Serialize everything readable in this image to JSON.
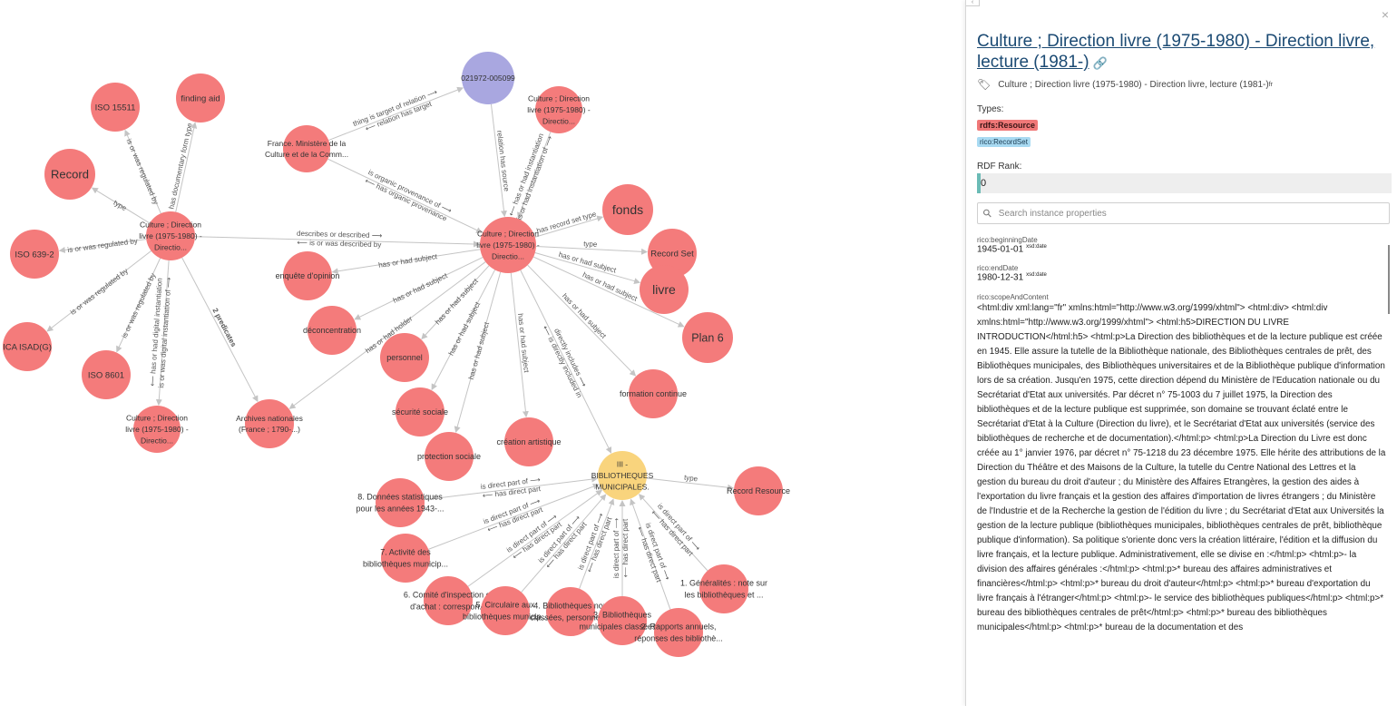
{
  "graph": {
    "colors": {
      "node_default": "#f47b7b",
      "node_central": "#f47b7b",
      "node_uri": "#a9a7e0",
      "node_selected": "#f9d47d",
      "edge": "#c4c4c4"
    },
    "nodes": [
      {
        "id": "cdl_main",
        "label": "Culture ; Direction livre (1975-1980) - Directio...",
        "color": "#f47b7b"
      },
      {
        "id": "cdl_left",
        "label": "Culture ; Direction livre (1975-1980) - Directio...",
        "color": "#f47b7b"
      },
      {
        "id": "cdl_bottom",
        "label": "Culture ; Direction livre (1975-1980) - Directio...",
        "color": "#f47b7b"
      },
      {
        "id": "cdl_top",
        "label": "Culture ; Direction livre (1975-1980) - Directio...",
        "color": "#f47b7b"
      },
      {
        "id": "uri",
        "label": "021972-005099",
        "color": "#a9a7e0"
      },
      {
        "id": "ministere",
        "label": "France. Ministère de la Culture et de la Comm...",
        "color": "#f47b7b"
      },
      {
        "id": "iso15511",
        "label": "ISO 15511",
        "color": "#f47b7b"
      },
      {
        "id": "findingaid",
        "label": "finding aid",
        "color": "#f47b7b"
      },
      {
        "id": "record",
        "label": "Record",
        "color": "#f47b7b"
      },
      {
        "id": "iso6392",
        "label": "ISO 639-2",
        "color": "#f47b7b"
      },
      {
        "id": "isad",
        "label": "ICA ISAD(G)",
        "color": "#f47b7b"
      },
      {
        "id": "iso8601",
        "label": "ISO 8601",
        "color": "#f47b7b"
      },
      {
        "id": "archives",
        "label": "Archives nationales (France ; 1790-...)",
        "color": "#f47b7b"
      },
      {
        "id": "enquete",
        "label": "enquête d'opinion",
        "color": "#f47b7b"
      },
      {
        "id": "deconc",
        "label": "déconcentration",
        "color": "#f47b7b"
      },
      {
        "id": "personnel",
        "label": "personnel",
        "color": "#f47b7b"
      },
      {
        "id": "securite",
        "label": "sécurité sociale",
        "color": "#f47b7b"
      },
      {
        "id": "protection",
        "label": "protection sociale",
        "color": "#f47b7b"
      },
      {
        "id": "creation",
        "label": "création artistique",
        "color": "#f47b7b"
      },
      {
        "id": "fonds",
        "label": "fonds",
        "color": "#f47b7b"
      },
      {
        "id": "recordset",
        "label": "Record Set",
        "color": "#f47b7b"
      },
      {
        "id": "livre",
        "label": "livre",
        "color": "#f47b7b"
      },
      {
        "id": "plan6",
        "label": "Plan 6",
        "color": "#f47b7b"
      },
      {
        "id": "formation",
        "label": "formation continue",
        "color": "#f47b7b"
      },
      {
        "id": "biblio",
        "label": "III - BIBLIOTHEQUES MUNICIPALES.",
        "color": "#f9d47d"
      },
      {
        "id": "recres",
        "label": "Record Resource",
        "color": "#f47b7b"
      },
      {
        "id": "donnees",
        "label": "8. Données statistiques pour les années 1943-...",
        "color": "#f47b7b"
      },
      {
        "id": "activite",
        "label": "7. Activité des bibliothèques municip...",
        "color": "#f47b7b"
      },
      {
        "id": "comite",
        "label": "6. Comité d'inspection et d'achat : correspon...",
        "color": "#f47b7b"
      },
      {
        "id": "circulaire",
        "label": "5. Circulaire aux bibliothèques municip...",
        "color": "#f47b7b"
      },
      {
        "id": "nonclassees",
        "label": "4. Bibliothèques non classées, personnel ...",
        "color": "#f47b7b"
      },
      {
        "id": "classees",
        "label": "3. Bibliothèques municipales classées ...",
        "color": "#f47b7b"
      },
      {
        "id": "rapports",
        "label": "2. Rapports annuels, réponses des bibliothè...",
        "color": "#f47b7b"
      },
      {
        "id": "generalites",
        "label": "1. Généralités : note sur les bibliothèques et ...",
        "color": "#f47b7b"
      }
    ],
    "edges": [
      {
        "from": "ministere",
        "to": "uri",
        "labels": [
          "thing is target of relation ⟶",
          "⟵ relation has target"
        ]
      },
      {
        "from": "uri",
        "to": "cdl_main",
        "labels": [
          "relation has source"
        ]
      },
      {
        "from": "cdl_top",
        "to": "cdl_main",
        "labels": [
          "is or had instantiation of ⟶",
          "⟵ has or had instantiation"
        ]
      },
      {
        "from": "ministere",
        "to": "cdl_main",
        "labels": [
          "is organic provenance of ⟶",
          "⟵ has organic provenance"
        ]
      },
      {
        "from": "cdl_left",
        "to": "cdl_main",
        "labels": [
          "describes or described ⟶",
          "⟵ is or was described by"
        ]
      },
      {
        "from": "cdl_left",
        "to": "iso15511",
        "labels": [
          "is or was regulated by"
        ]
      },
      {
        "from": "cdl_left",
        "to": "findingaid",
        "labels": [
          "has documentary form type"
        ]
      },
      {
        "from": "cdl_left",
        "to": "record",
        "labels": [
          "type"
        ]
      },
      {
        "from": "cdl_left",
        "to": "iso6392",
        "labels": [
          "is or was regulated by"
        ]
      },
      {
        "from": "cdl_left",
        "to": "isad",
        "labels": [
          "is or was regulated by"
        ]
      },
      {
        "from": "cdl_left",
        "to": "iso8601",
        "labels": [
          "is or was regulated by"
        ]
      },
      {
        "from": "cdl_left",
        "to": "cdl_bottom",
        "labels": [
          "is or was digital instantiation of ⟶",
          "⟵ has or had digital instantiation"
        ]
      },
      {
        "from": "cdl_left",
        "to": "archives",
        "labels": [
          "2 predicates"
        ]
      },
      {
        "from": "cdl_main",
        "to": "archives",
        "labels": [
          "has or had holder"
        ]
      },
      {
        "from": "cdl_main",
        "to": "enquete",
        "labels": [
          "has or had subject"
        ]
      },
      {
        "from": "cdl_main",
        "to": "deconc",
        "labels": [
          "has or had subject"
        ]
      },
      {
        "from": "cdl_main",
        "to": "personnel",
        "labels": [
          "has or had subject"
        ]
      },
      {
        "from": "cdl_main",
        "to": "securite",
        "labels": [
          "has or had subject"
        ]
      },
      {
        "from": "cdl_main",
        "to": "protection",
        "labels": [
          "has or had subject"
        ]
      },
      {
        "from": "cdl_main",
        "to": "creation",
        "labels": [
          "has or had subject"
        ]
      },
      {
        "from": "cdl_main",
        "to": "fonds",
        "labels": [
          "has record set type"
        ]
      },
      {
        "from": "cdl_main",
        "to": "recordset",
        "labels": [
          "type"
        ]
      },
      {
        "from": "cdl_main",
        "to": "livre",
        "labels": [
          "has or had subject"
        ]
      },
      {
        "from": "cdl_main",
        "to": "plan6",
        "labels": [
          "has or had subject"
        ]
      },
      {
        "from": "cdl_main",
        "to": "formation",
        "labels": [
          "has or had subject"
        ]
      },
      {
        "from": "cdl_main",
        "to": "biblio",
        "labels": [
          "directly includes ⟶",
          "⟵ is directly included in"
        ]
      },
      {
        "from": "biblio",
        "to": "recres",
        "labels": [
          "type"
        ]
      },
      {
        "from": "donnees",
        "to": "biblio",
        "labels": [
          "is direct part of ⟶",
          "⟵ has direct part"
        ]
      },
      {
        "from": "activite",
        "to": "biblio",
        "labels": [
          "is direct part of ⟶",
          "⟵ has direct part"
        ]
      },
      {
        "from": "comite",
        "to": "biblio",
        "labels": [
          "is direct part of ⟶",
          "⟵ has direct part"
        ]
      },
      {
        "from": "circulaire",
        "to": "biblio",
        "labels": [
          "is direct part of ⟶",
          "⟵ has direct part"
        ]
      },
      {
        "from": "nonclassees",
        "to": "biblio",
        "labels": [
          "is direct part of ⟶",
          "⟵ has direct part"
        ]
      },
      {
        "from": "classees",
        "to": "biblio",
        "labels": [
          "is direct part of ⟶",
          "⟵ has direct part"
        ]
      },
      {
        "from": "rapports",
        "to": "biblio",
        "labels": [
          "⟵ has direct part",
          "is direct part of ⟶"
        ]
      },
      {
        "from": "generalites",
        "to": "biblio",
        "labels": [
          "⟵ has direct part",
          "is direct part of ⟶"
        ]
      }
    ]
  },
  "panel": {
    "collapse_glyph": "‹",
    "close_glyph": "×",
    "title": "Culture ; Direction livre (1975-1980) - Direction livre, lecture (1981-)",
    "link_glyph": "🔗",
    "tag_glyph": "🏷",
    "label_text": "Culture ; Direction livre (1975-1980) - Direction livre, lecture (1981-)",
    "label_lang": "fr",
    "types_heading": "Types:",
    "types": [
      "rdfs:Resource",
      "rico:RecordSet"
    ],
    "type_colors": [
      "#f07878",
      "#a8daf2"
    ],
    "rank_heading": "RDF Rank:",
    "rank_value": "0",
    "rank_fraction": 0,
    "search_glyph": "⚲",
    "search_placeholder": "Search instance properties",
    "properties": [
      {
        "name": "rico:beginningDate",
        "value": "1945-01-01",
        "datatype": "xsd:date"
      },
      {
        "name": "rico:endDate",
        "value": "1980-12-31",
        "datatype": "xsd:date"
      },
      {
        "name": "rico:scopeAndContent",
        "value": "<html:div xml:lang=\"fr\" xmlns:html=\"http://www.w3.org/1999/xhtml\"> <html:div> <html:div xmlns:html=\"http://www.w3.org/1999/xhtml\"> <html:h5>DIRECTION DU LIVRE INTRODUCTION</html:h5> <html:p>La Direction des bibliothèques et de la lecture publique est créée en 1945. Elle assure la tutelle de la Bibliothèque nationale, des Bibliothèques centrales de prêt, des Bibliothèques municipales, des Bibliothèques universitaires et de la Bibliothèque publique d'information lors de sa création. Jusqu'en 1975, cette direction dépend du Ministère de l'Education nationale ou du Secrétariat d'Etat aux universités. Par décret n° 75-1003 du 7 juillet 1975, la Direction des bibliothèques et de la lecture publique est supprimée, son domaine se trouvant éclaté entre le Secrétariat d'Etat à la Culture (Direction du livre), et le Secrétariat d'Etat aux universités (service des bibliothèques de recherche et de documentation).</html:p> <html:p>La Direction du Livre est donc créée au 1° janvier 1976, par décret n° 75-1218 du 23 décembre 1975. Elle hérite des attributions de la Direction du Théâtre et des Maisons de la Culture, la tutelle du Centre National des Lettres et la gestion du bureau du droit d'auteur ; du Ministère des Affaires Etrangères, la gestion des aides à l'exportation du livre français et la gestion des affaires d'importation de livres étrangers ; du Ministère de l'Industrie et de la Recherche la gestion de l'édition du livre ; du Secrétariat d'Etat aux Universités la gestion de la lecture publique (bibliothèques municipales, bibliothèques centrales de prêt, bibliothèque publique d'information). Sa politique s'oriente donc vers la création littéraire, l'édition et la diffusion du livre français, et la lecture publique. Administrativement, elle se divise en :</html:p> <html:p>- la division des affaires générales :</html:p> <html:p>* bureau des affaires administratives et financières</html:p> <html:p>* bureau du droit d'auteur</html:p> <html:p>* bureau d'exportation du livre français à l'étranger</html:p> <html:p>- le service des bibliothèques publiques</html:p> <html:p>* bureau des bibliothèques centrales de prêt</html:p> <html:p>* bureau des bibliothèques municipales</html:p> <html:p>* bureau de la documentation et des",
        "datatype": ""
      }
    ]
  }
}
